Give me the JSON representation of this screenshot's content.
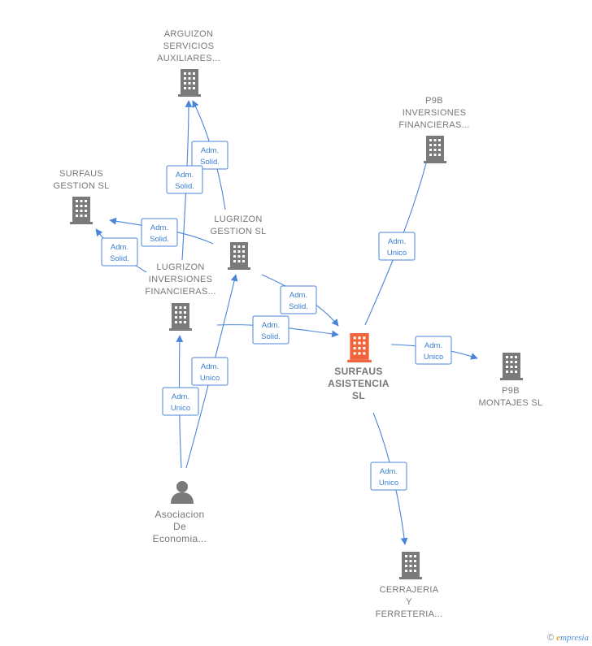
{
  "colors": {
    "edge": "#4a86d8",
    "edge_text": "#3a7fd5",
    "node": "#7a7a7a",
    "main_node": "#f0643c",
    "label": "#777777"
  },
  "nodes": [
    {
      "id": "arguizon",
      "type": "company",
      "lines": [
        "ARGUIZON",
        "SERVICIOS",
        "AUXILIARES..."
      ]
    },
    {
      "id": "p9b_inv",
      "type": "company",
      "lines": [
        "P9B",
        "INVERSIONES",
        "FINANCIERAS..."
      ]
    },
    {
      "id": "surfaus_gestion",
      "type": "company",
      "lines": [
        "SURFAUS",
        "GESTION  SL"
      ]
    },
    {
      "id": "lugrizon_gestion",
      "type": "company",
      "lines": [
        "LUGRIZON",
        "GESTION  SL"
      ]
    },
    {
      "id": "lugrizon_inv",
      "type": "company",
      "lines": [
        "LUGRIZON",
        "INVERSIONES",
        "FINANCIERAS..."
      ]
    },
    {
      "id": "surfaus_asistencia",
      "type": "main",
      "lines": [
        "SURFAUS",
        "ASISTENCIA",
        "SL"
      ]
    },
    {
      "id": "p9b_montajes",
      "type": "company",
      "lines": [
        "P9B",
        "MONTAJES  SL"
      ]
    },
    {
      "id": "asociacion",
      "type": "person",
      "lines": [
        "Asociacion",
        "De",
        "Economia..."
      ]
    },
    {
      "id": "cerrajeria",
      "type": "company",
      "lines": [
        "CERRAJERIA",
        "Y",
        "FERRETERIA..."
      ]
    }
  ],
  "edges": [
    {
      "lines": [
        "Adm.",
        "Solid."
      ]
    },
    {
      "lines": [
        "Adm.",
        "Solid."
      ]
    },
    {
      "lines": [
        "Adm.",
        "Solid."
      ]
    },
    {
      "lines": [
        "Adm.",
        "Solid."
      ]
    },
    {
      "lines": [
        "Adm.",
        "Solid."
      ]
    },
    {
      "lines": [
        "Adm.",
        "Solid."
      ]
    },
    {
      "lines": [
        "Adm.",
        "Unico"
      ]
    },
    {
      "lines": [
        "Adm.",
        "Unico"
      ]
    },
    {
      "lines": [
        "Adm.",
        "Unico"
      ]
    },
    {
      "lines": [
        "Adm.",
        "Unico"
      ]
    },
    {
      "lines": [
        "Adm.",
        "Unico"
      ]
    }
  ],
  "footer": {
    "copyright_symbol": "©",
    "brand_initial": "e",
    "brand_rest": "mpresia"
  }
}
